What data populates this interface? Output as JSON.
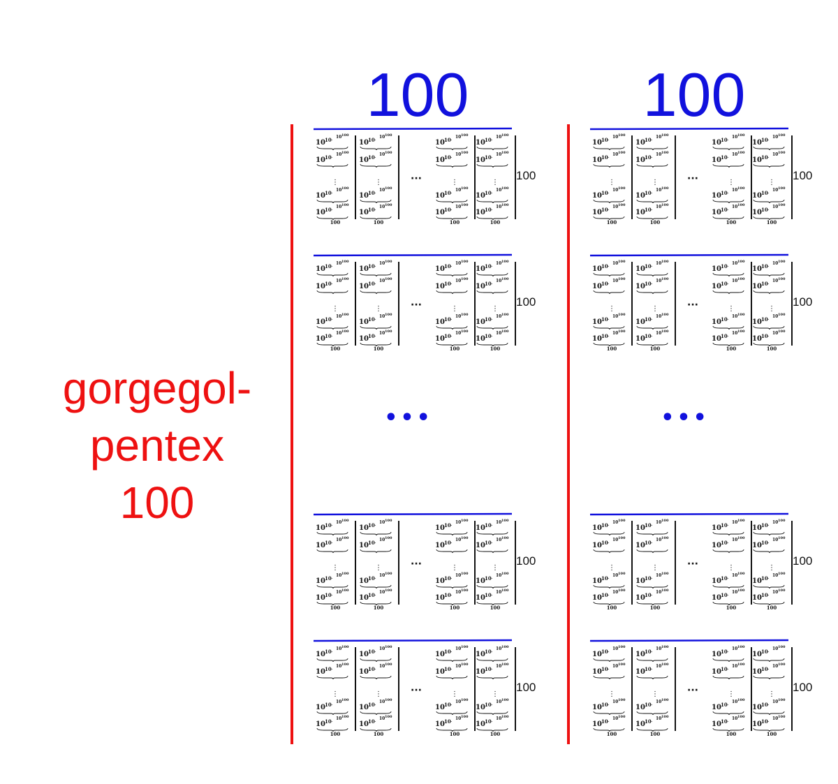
{
  "title_lines": [
    "gorgegol-",
    "pentex",
    "100"
  ],
  "columns": [
    {
      "top_label": "100",
      "ellipsis": "•••"
    },
    {
      "top_label": "100",
      "ellipsis": "•••"
    }
  ],
  "block": {
    "term_base": "10",
    "term_exp_base": "10",
    "term_exp_top": "10",
    "term_exp_top_power": "100",
    "term_exp_dots": "··",
    "vertical_dots": "⋮",
    "horizontal_dots": "···",
    "column_count_label": "100",
    "right_label": "100"
  },
  "colors": {
    "title": "#ee1111",
    "axis_line": "#ee1111",
    "header_line": "#1111dd",
    "header_text": "#1111dd",
    "ink": "#111111"
  }
}
